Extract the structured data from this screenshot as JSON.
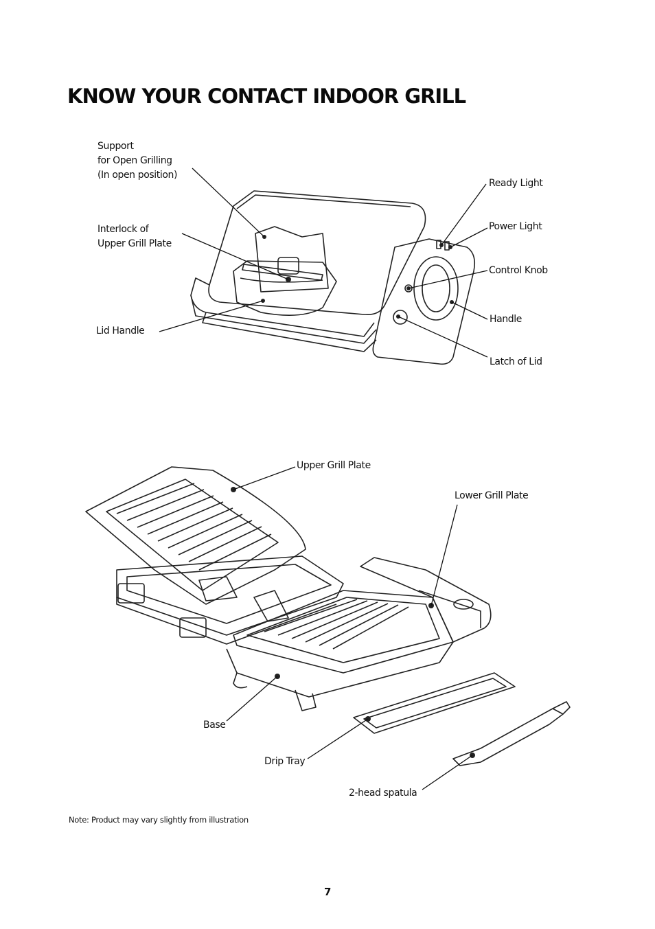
{
  "title": "KNOW YOUR CONTACT INDOOR GRILL",
  "figure1": {
    "labels": {
      "support_line1": "Support",
      "support_line2": "for Open Grilling",
      "support_line3": "(In open position)",
      "interlock_line1": "Interlock of",
      "interlock_line2": "Upper Grill Plate",
      "lid_handle": "Lid Handle",
      "ready_light": "Ready Light",
      "power_light": "Power Light",
      "control_knob": "Control Knob",
      "handle": "Handle",
      "latch": "Latch of Lid"
    }
  },
  "figure2": {
    "labels": {
      "upper_plate": "Upper Grill Plate",
      "lower_plate": "Lower Grill Plate",
      "base": "Base",
      "drip_tray": "Drip Tray",
      "spatula": "2-head spatula"
    }
  },
  "note": "Note: Product may vary slightly from illustration",
  "page_number": "7"
}
